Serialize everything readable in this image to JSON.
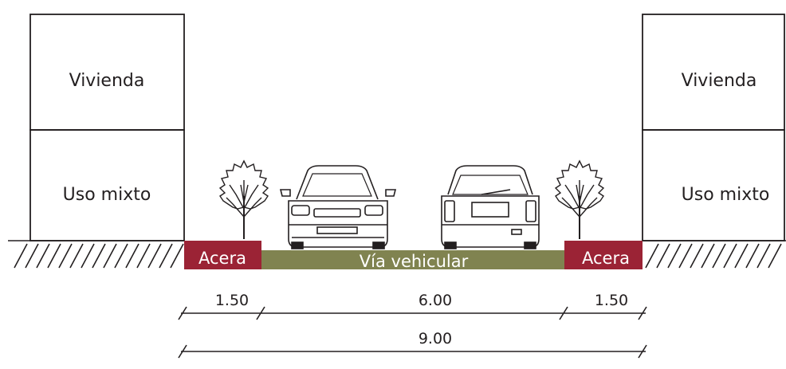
{
  "buildings": {
    "left": {
      "upper_label": "Vivienda",
      "lower_label": "Uso mixto"
    },
    "right": {
      "upper_label": "Vivienda",
      "lower_label": "Uso mixto"
    }
  },
  "street": {
    "left_sidewalk_label": "Acera",
    "roadway_label": "Vía vehicular",
    "right_sidewalk_label": "Acera"
  },
  "dimensions": {
    "left_sidewalk": "1.50",
    "roadway": "6.00",
    "right_sidewalk": "1.50",
    "total": "9.00"
  },
  "colors": {
    "sidewalk": "#9b2335",
    "roadway": "#808350",
    "line": "#231f20"
  },
  "icons": [
    "tree-icon",
    "car-front-icon",
    "car-rear-icon",
    "hatch-ground"
  ]
}
